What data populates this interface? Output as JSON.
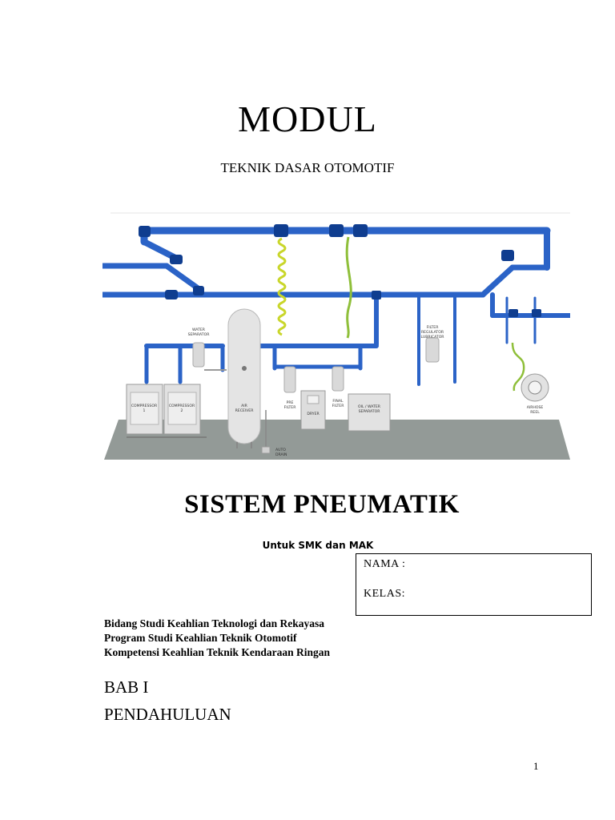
{
  "document": {
    "title": "MODUL",
    "subtitle": "TEKNIK DASAR OTOMOTIF",
    "main_heading": "SISTEM PNEUMATIK",
    "audience": "Untuk SMK dan MAK",
    "form": {
      "nama_label": "NAMA :",
      "kelas_label": "KELAS:"
    },
    "program_lines": [
      "Bidang Studi Keahlian Teknologi dan Rekayasa",
      "Program Studi Keahlian Teknik Otomotif",
      "Kompetensi Keahlian Teknik Kendaraan Ringan"
    ],
    "chapter": "BAB I",
    "chapter_title": "PENDAHULUAN",
    "page_number": "1"
  },
  "diagram": {
    "labels": {
      "water_separator": [
        "WATER",
        "SEPARATOR"
      ],
      "compressor_1": [
        "COMPRESSOR",
        "1"
      ],
      "compressor_2": [
        "COMPRESSOR",
        "2"
      ],
      "air_receiver": [
        "AIR",
        "RECEIVER"
      ],
      "pre_filter": [
        "PRE",
        "FILTER"
      ],
      "dryer": "DRYER",
      "final_filter": [
        "FINAL",
        "FILTER"
      ],
      "oil_water_separator": [
        "OIL / WATER",
        "SEPARATOR"
      ],
      "filter_regulator_lubricator": [
        "FILTER",
        "REGULATOR",
        "LUBRICATOR"
      ],
      "airhose_reel": [
        "AIRHOSE",
        "REEL"
      ],
      "auto_drain": [
        "AUTO",
        "DRAIN"
      ]
    },
    "colors": {
      "pipe": "#2b63c7",
      "pipe_dark": "#0f3d8f",
      "floor": "#939a97",
      "hose_yellow": "#c9d62a",
      "hose_green": "#8fbf3a"
    }
  }
}
